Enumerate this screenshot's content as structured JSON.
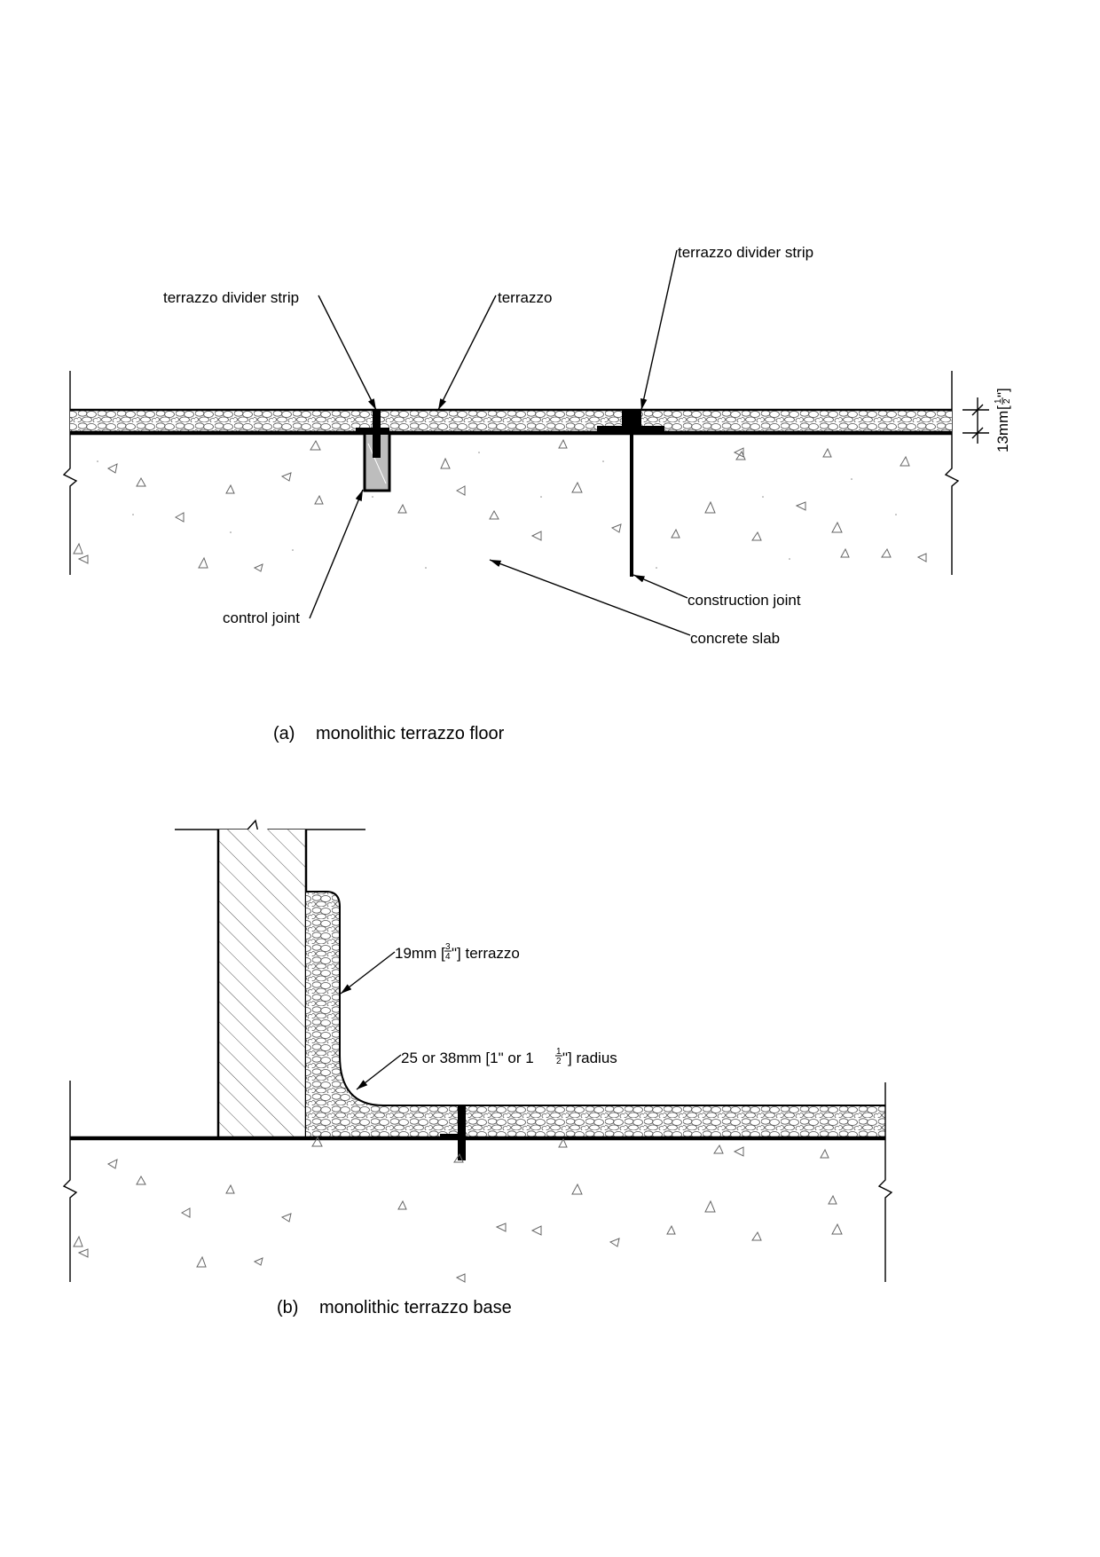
{
  "detail_a": {
    "caption_letter": "(a)",
    "caption_title": "monolithic terrazzo floor",
    "labels": {
      "divider_strip_left": "terrazzo divider strip",
      "terrazzo": "terrazzo",
      "divider_strip_right": "terrazzo divider strip",
      "control_joint": "control joint",
      "construction_joint": "construction joint",
      "concrete_slab": "concrete slab"
    },
    "dimension": {
      "metric": "13mm",
      "imperial_open": "[",
      "imperial_num": "1",
      "imperial_den": "2",
      "imperial_close": "\"]"
    }
  },
  "detail_b": {
    "caption_letter": "(b)",
    "caption_title": "monolithic terrazzo base",
    "labels": {
      "terrazzo_thickness_prefix": "19mm [",
      "terrazzo_thickness_num": "3",
      "terrazzo_thickness_den": "4",
      "terrazzo_thickness_suffix": "\"] terrazzo",
      "radius_prefix": "25 or 38mm [1\" or 1 ",
      "radius_num": "1",
      "radius_den": "2",
      "radius_suffix": "\"] radius"
    }
  }
}
